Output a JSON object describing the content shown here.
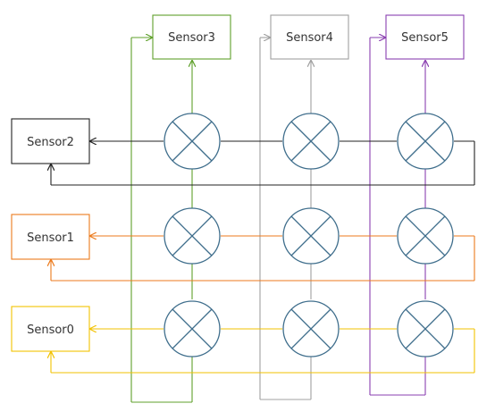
{
  "sensors": {
    "s0": {
      "label": "Sensor0",
      "color": "#f2c200"
    },
    "s1": {
      "label": "Sensor1",
      "color": "#ec7a1c"
    },
    "s2": {
      "label": "Sensor2",
      "color": "#222222"
    },
    "s3": {
      "label": "Sensor3",
      "color": "#5fa02b"
    },
    "s4": {
      "label": "Sensor4",
      "color": "#a0a0a0"
    },
    "s5": {
      "label": "Sensor5",
      "color": "#8a3fb0"
    }
  },
  "junction_color": "#3f6e8c",
  "junction_count": 9
}
